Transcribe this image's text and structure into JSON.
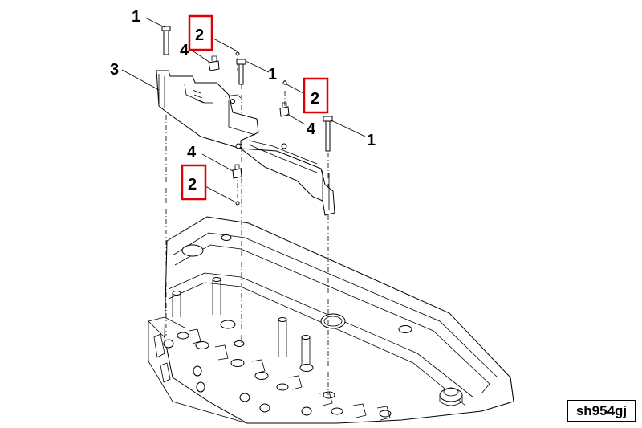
{
  "callouts": {
    "c1_top": "1",
    "c2_top": "2",
    "c4_top": "4",
    "c3": "3",
    "c1_mid": "1",
    "c2_right": "2",
    "c4_right": "4",
    "c1_right": "1",
    "c4_lower": "4",
    "c2_lower": "2"
  },
  "reference_code": "sh954gj",
  "highlight_color": "#e00000"
}
